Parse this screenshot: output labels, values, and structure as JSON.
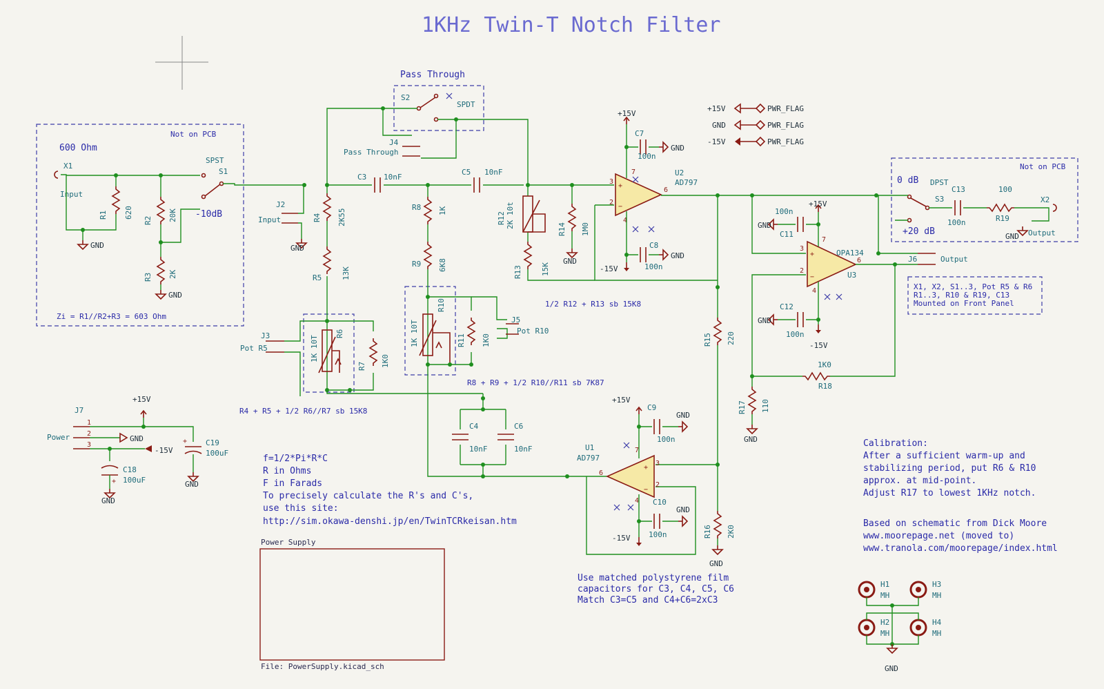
{
  "title": "1KHz Twin-T Notch Filter",
  "notes": {
    "not_on_pcb": "Not on PCB",
    "ohm600": "600 Ohm",
    "zi": "Zi = R1//R2+R3 = 603 Ohm",
    "minus10db": "-10dB",
    "pass_through_box": "Pass Through",
    "r12_note": "1/2 R12 + R13 sb 15K8",
    "r8_note": "R8 + R9 + 1/2 R10//R11 sb 7K87",
    "r4_note": "R4 + R5 + 1/2 R6//R7 sb 15K8",
    "zero_db": "0 dB",
    "plus20db": "+20 dB",
    "front_panel": [
      "X1, X2, S1..3, Pot R5 & R6",
      "R1..3, R10 & R19, C13",
      "Mounted on Front Panel"
    ],
    "formula": [
      "f=1/2*Pi*R*C",
      "R in Ohms",
      "F in Farads",
      "To precisely calculate the R's and C's,",
      "use this site:",
      "http://sim.okawa-denshi.jp/en/TwinTCRkeisan.htm"
    ],
    "polystyrene": [
      "Use matched polystyrene film",
      "capacitors for C3, C4, C5, C6",
      "Match C3=C5 and C4+C6=2xC3"
    ],
    "calibration": [
      "Calibration:",
      "After a sufficient warm-up and",
      "stabilizing period, put R6 & R10",
      "approx. at mid-point.",
      "Adjust R17 to lowest 1KHz notch."
    ],
    "credits": [
      "Based on schematic from Dick Moore",
      "www.moorepage.net (moved to)",
      "www.tranola.com/moorepage/index.html"
    ]
  },
  "sheet": {
    "name": "Power Supply",
    "file": "File: PowerSupply.kicad_sch"
  },
  "power": {
    "p15": "+15V",
    "gnd": "GND",
    "m15": "-15V",
    "pwr_flag": "PWR_FLAG"
  },
  "components": {
    "X1": {
      "ref": "X1",
      "label": "Input"
    },
    "X2": {
      "ref": "X2",
      "label": "Output"
    },
    "R1": {
      "ref": "R1",
      "val": "620"
    },
    "R2": {
      "ref": "R2",
      "val": "20K"
    },
    "R3": {
      "ref": "R3",
      "val": "2K"
    },
    "R4": {
      "ref": "R4",
      "val": "2K55"
    },
    "R5": {
      "ref": "R5",
      "val": "13K"
    },
    "R6": {
      "ref": "R6",
      "val": "1K 10T"
    },
    "R7": {
      "ref": "R7",
      "val": "1K0"
    },
    "R8": {
      "ref": "R8",
      "val": "1K"
    },
    "R9": {
      "ref": "R9",
      "val": "6K8"
    },
    "R10": {
      "ref": "R10",
      "val": "1K 10T"
    },
    "R11": {
      "ref": "R11",
      "val": "1K0"
    },
    "R12": {
      "ref": "R12",
      "val": "2K 10t"
    },
    "R13": {
      "ref": "R13",
      "val": "15K"
    },
    "R14": {
      "ref": "R14",
      "val": "1M0"
    },
    "R15": {
      "ref": "R15",
      "val": "220"
    },
    "R16": {
      "ref": "R16",
      "val": "2K0"
    },
    "R17": {
      "ref": "R17",
      "val": "110"
    },
    "R18": {
      "ref": "R18",
      "val": "1K0"
    },
    "R19": {
      "ref": "R19",
      "val": "100"
    },
    "C3": {
      "ref": "C3",
      "val": "10nF"
    },
    "C4": {
      "ref": "C4",
      "val": "10nF"
    },
    "C5": {
      "ref": "C5",
      "val": "10nF"
    },
    "C6": {
      "ref": "C6",
      "val": "10nF"
    },
    "C7": {
      "ref": "C7",
      "val": "100n"
    },
    "C8": {
      "ref": "C8",
      "val": "100n"
    },
    "C9": {
      "ref": "C9",
      "val": "100n"
    },
    "C10": {
      "ref": "C10",
      "val": "100n"
    },
    "C11": {
      "ref": "C11",
      "val": "100n"
    },
    "C12": {
      "ref": "C12",
      "val": "100n"
    },
    "C13": {
      "ref": "C13",
      "val": "100n"
    },
    "C18": {
      "ref": "C18",
      "val": "100uF"
    },
    "C19": {
      "ref": "C19",
      "val": "100uF"
    },
    "U1": {
      "ref": "U1",
      "val": "AD797"
    },
    "U2": {
      "ref": "U2",
      "val": "AD797"
    },
    "U3": {
      "ref": "U3",
      "val": "OPA134"
    },
    "S1": {
      "ref": "S1",
      "val": "SPST"
    },
    "S2": {
      "ref": "S2",
      "val": "SPDT"
    },
    "S3": {
      "ref": "S3",
      "val": "DPST"
    },
    "J2": {
      "ref": "J2",
      "label": "Input"
    },
    "J3": {
      "ref": "J3",
      "label": "Pot R5"
    },
    "J4": {
      "ref": "J4",
      "label": "Pass Through"
    },
    "J5": {
      "ref": "J5",
      "label": "Pot R10"
    },
    "J6": {
      "ref": "J6",
      "label": "Output"
    },
    "J7": {
      "ref": "J7",
      "label": "Power"
    },
    "H1": {
      "ref": "H1",
      "val": "MH"
    },
    "H2": {
      "ref": "H2",
      "val": "MH"
    },
    "H3": {
      "ref": "H3",
      "val": "MH"
    },
    "H4": {
      "ref": "H4",
      "val": "MH"
    }
  },
  "colors": {
    "wire": "#1f8f1f",
    "component": "#8a1b14",
    "opamp_fill": "#f6e9a6",
    "note": "#2a2aa8",
    "ref": "#1e6b7a",
    "background": "#f5f4ef"
  }
}
